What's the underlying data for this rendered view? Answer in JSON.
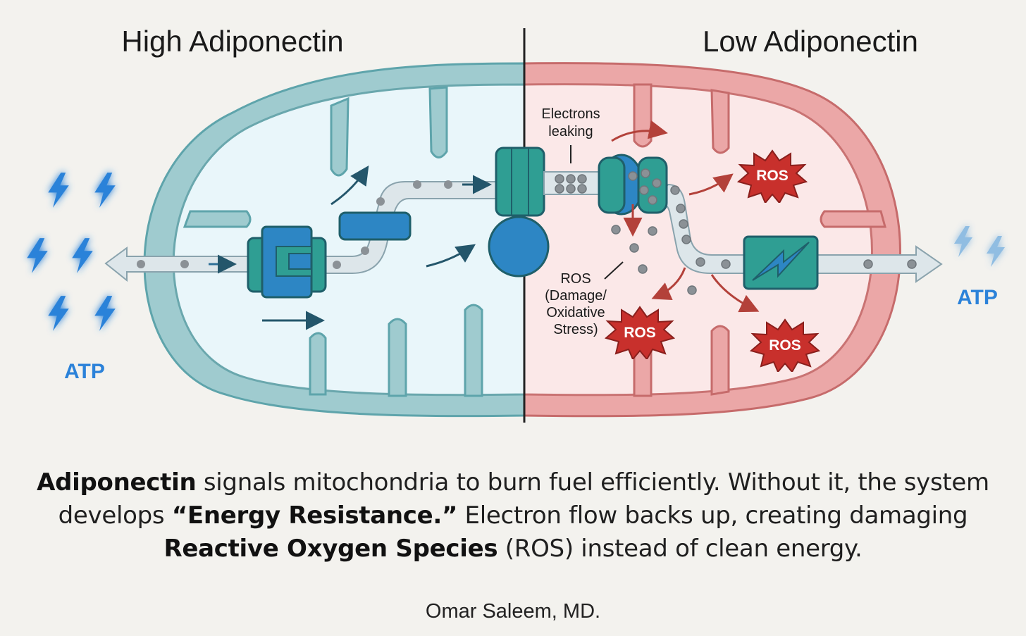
{
  "left_title": "High Adiponectin",
  "right_title": "Low Adiponectin",
  "left_atp_label": "ATP",
  "right_atp_label": "ATP",
  "electrons_leaking_label": [
    "Electrons",
    "leaking"
  ],
  "ros_callout_label": [
    "ROS",
    "(Damage/",
    "Oxidative",
    "Stress)"
  ],
  "ros_burst_labels": [
    "ROS",
    "ROS",
    "ROS"
  ],
  "caption": {
    "line1_bold": "Adiponectin",
    "line1_rest": " signals mitochondria to burn fuel efficiently. Without it, the system",
    "line2_pre": "develops ",
    "line2_bold": "“Energy Resistance.”",
    "line2_rest": " Electron flow backs up, creating damaging",
    "line3_bold": "Reactive Oxygen Species",
    "line3_rest": " (ROS) instead of clean energy."
  },
  "author": "Omar Saleem, MD.",
  "colors": {
    "background": "#f3f2ee",
    "healthy_membrane": "#9fcbcf",
    "healthy_fill": "#e9f6fa",
    "damaged_membrane": "#e59b9b",
    "damaged_fill": "#fbe8e8",
    "protein_teal": "#2f9e93",
    "protein_blue": "#2d86c4",
    "ros_red": "#c8302c",
    "atp_blue": "#2b82d9",
    "arrow_dark": "#24566b",
    "arrow_red": "#b3413a"
  }
}
